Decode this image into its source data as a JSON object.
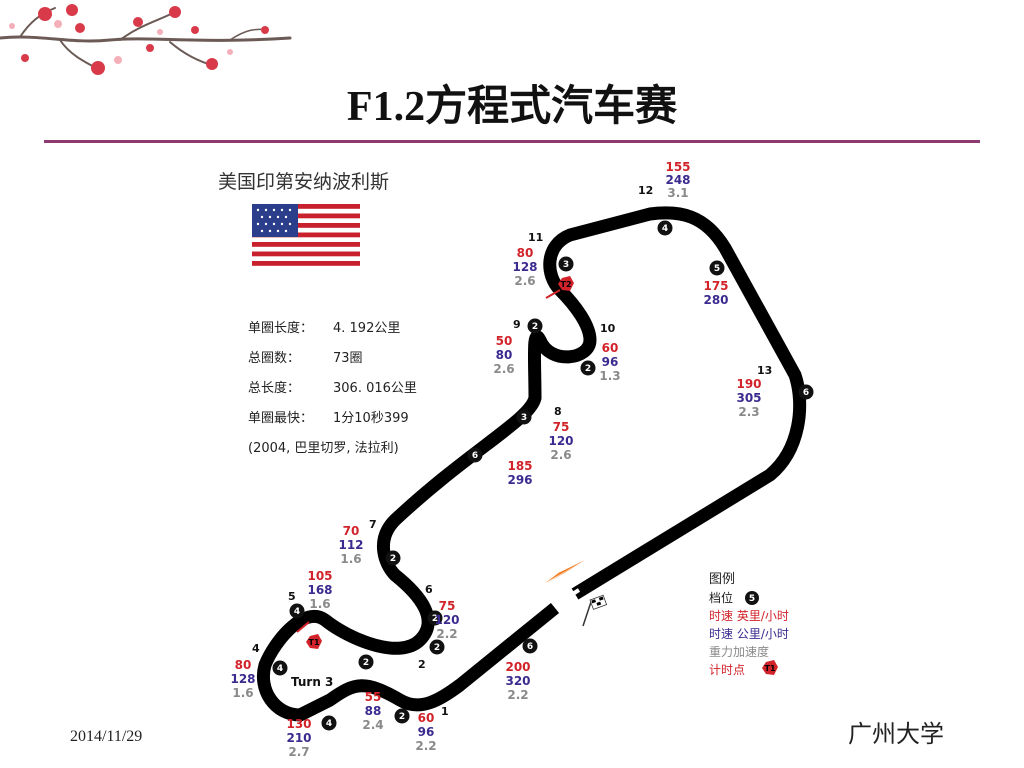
{
  "slide": {
    "title": "F1.2方程式汽车赛",
    "date": "2014/11/29",
    "organization": "广州大学"
  },
  "circuit": {
    "name": "美国印第安纳波利斯",
    "stats": [
      {
        "label": "单圈长度：",
        "value": "4. 192公里"
      },
      {
        "label": "总圈数：",
        "value": "73圈"
      },
      {
        "label": "总长度：",
        "value": "306. 016公里"
      },
      {
        "label": "单圈最快：",
        "value": "1分10秒399"
      }
    ],
    "record_holder": "(2004, 巴里切罗, 法拉利)",
    "turn_label": "Turn 3",
    "turns": [
      "1",
      "2",
      "4",
      "5",
      "6",
      "7",
      "8",
      "9",
      "10",
      "11",
      "12",
      "13"
    ],
    "gears": [
      "4",
      "5",
      "6",
      "2",
      "3",
      "2",
      "3",
      "6",
      "2",
      "2",
      "4",
      "6",
      "2",
      "2",
      "2",
      "6",
      "4",
      "4"
    ],
    "speeds": [
      {
        "mph": "155",
        "kmh": "248",
        "g": "3.1"
      },
      {
        "mph": "80",
        "kmh": "128",
        "g": "2.6"
      },
      {
        "mph": "175",
        "kmh": "280",
        "g": ""
      },
      {
        "mph": "50",
        "kmh": "80",
        "g": "2.6"
      },
      {
        "mph": "60",
        "kmh": "96",
        "g": "1.3"
      },
      {
        "mph": "190",
        "kmh": "305",
        "g": "2.3"
      },
      {
        "mph": "75",
        "kmh": "120",
        "g": "2.6"
      },
      {
        "mph": "185",
        "kmh": "296",
        "g": ""
      },
      {
        "mph": "70",
        "kmh": "112",
        "g": "1.6"
      },
      {
        "mph": "105",
        "kmh": "168",
        "g": "1.6"
      },
      {
        "mph": "75",
        "kmh": "120",
        "g": "2.2"
      },
      {
        "mph": "80",
        "kmh": "128",
        "g": "1.6"
      },
      {
        "mph": "200",
        "kmh": "320",
        "g": "2.2"
      },
      {
        "mph": "55",
        "kmh": "88",
        "g": "2.4"
      },
      {
        "mph": "130",
        "kmh": "210",
        "g": "2.7"
      },
      {
        "mph": "60",
        "kmh": "96",
        "g": "2.2"
      }
    ],
    "timing_points": [
      "T1",
      "T2"
    ],
    "legend": {
      "title": "图例",
      "gear": "档位",
      "gear_sample": "5",
      "speed_mph": "时速 英里/小时",
      "speed_kmh": "时速 公里/小时",
      "g_force": "重力加速度",
      "timing_point": "计时点",
      "timing_sample": "T1"
    },
    "colors": {
      "mph": "#d2232a",
      "kmh": "#3b2a8f",
      "g": "#8a8a8a",
      "track": "#000000"
    }
  }
}
